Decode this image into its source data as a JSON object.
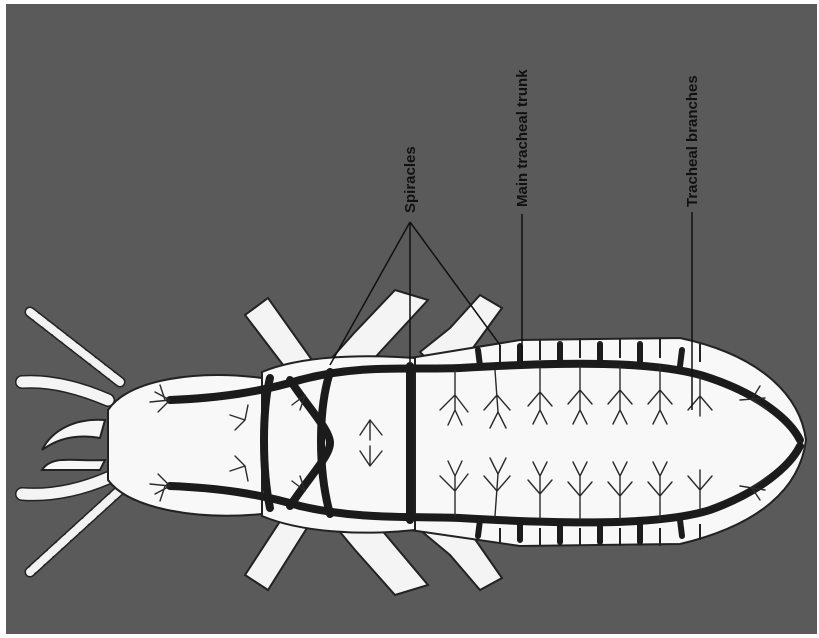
{
  "labels": {
    "spiracles": "Spiracles",
    "main_trunk": "Main tracheal trunk",
    "branches": "Tracheal branches"
  },
  "colors": {
    "background": "#5a5a5a",
    "body_fill": "#f7f7f7",
    "trachea": "#1b1b1b",
    "outline": "#222222"
  }
}
